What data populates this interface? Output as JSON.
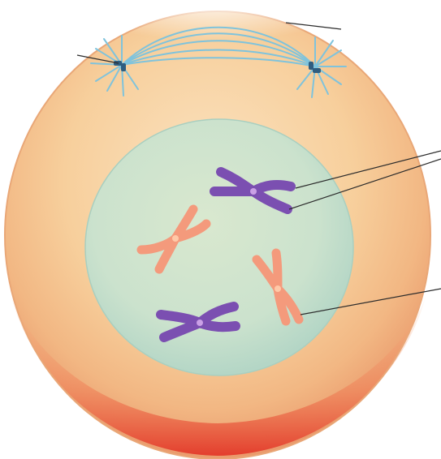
{
  "diagram": {
    "subject": "cell-in-prophase",
    "colors": {
      "cytoplasm": "#f7c98f",
      "cytoplasm_light": "#fbe4c3",
      "cell_edge_red": "#e8432f",
      "nucleus": "#cfe3cf",
      "nucleus_edge": "#b6d7c8",
      "chromosome_purple": "#7b4fb1",
      "chromosome_pink": "#f49a7c",
      "spindle_fiber": "#7fc3dc",
      "centrosome": "#2f5d80",
      "leader_line": "#2b2b2b"
    },
    "structures": [
      {
        "name": "cell-membrane"
      },
      {
        "name": "nucleus"
      },
      {
        "name": "spindle-fibers"
      },
      {
        "name": "left-centrosome"
      },
      {
        "name": "right-centrosome"
      },
      {
        "name": "purple-chromosome-upper"
      },
      {
        "name": "purple-chromosome-lower"
      },
      {
        "name": "pink-chromosome-left"
      },
      {
        "name": "pink-chromosome-right"
      }
    ],
    "label_text": []
  }
}
